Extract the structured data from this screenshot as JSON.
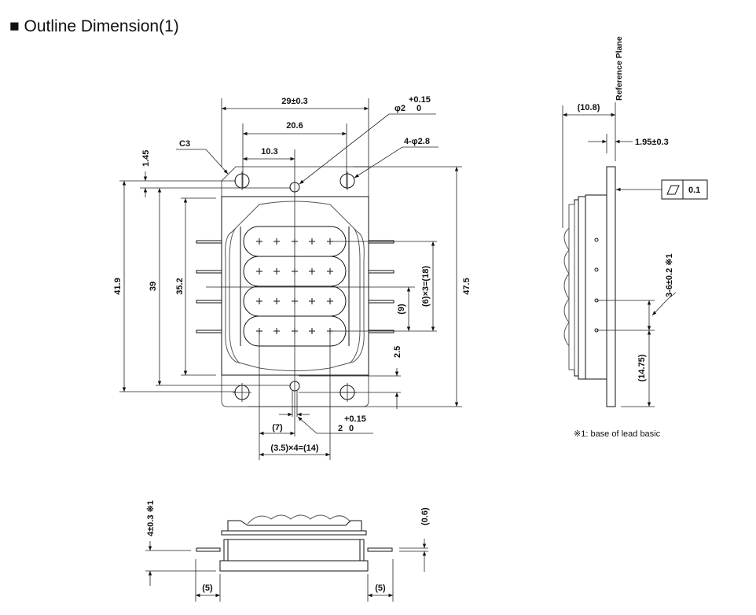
{
  "title": "■ Outline Dimension(1)",
  "front_view": {
    "width_total": "29±0.3",
    "hole_pitch": "20.6",
    "half_pitch": "10.3",
    "pin_hole": {
      "symbol": "φ2",
      "tol_upper": "+0.15",
      "tol_lower": "0"
    },
    "mount_holes": "4-φ2.8",
    "chamfer": "C3",
    "offset": "1.45",
    "height_outer": "41.9",
    "height_holes": "39",
    "height_body": "35.2",
    "height_total": "47.5",
    "lead_pitch_total": "(6)×3=(18)",
    "lead_half": "(9)",
    "bottom_offset": "2.5",
    "slot_offset": "(7)",
    "slot_width": {
      "value": "2",
      "tol_upper": "+0.15",
      "tol_lower": "0"
    },
    "lens_pitch": "(3.5)×4=(14)"
  },
  "side_view": {
    "reference_plane": "Reference Plane",
    "depth": "(10.8)",
    "plate_thickness": "1.95±0.3",
    "flatness_value": "0.1",
    "lead_pitch": "3-6±0.2 ※1",
    "lead_offset": "(14.75)",
    "note": "※1: base of lead basic"
  },
  "bottom_view": {
    "lead_height": "4±0.3 ※1",
    "lead_length_left": "(5)",
    "lead_length_right": "(5)",
    "lead_thickness": "(0.6)"
  }
}
